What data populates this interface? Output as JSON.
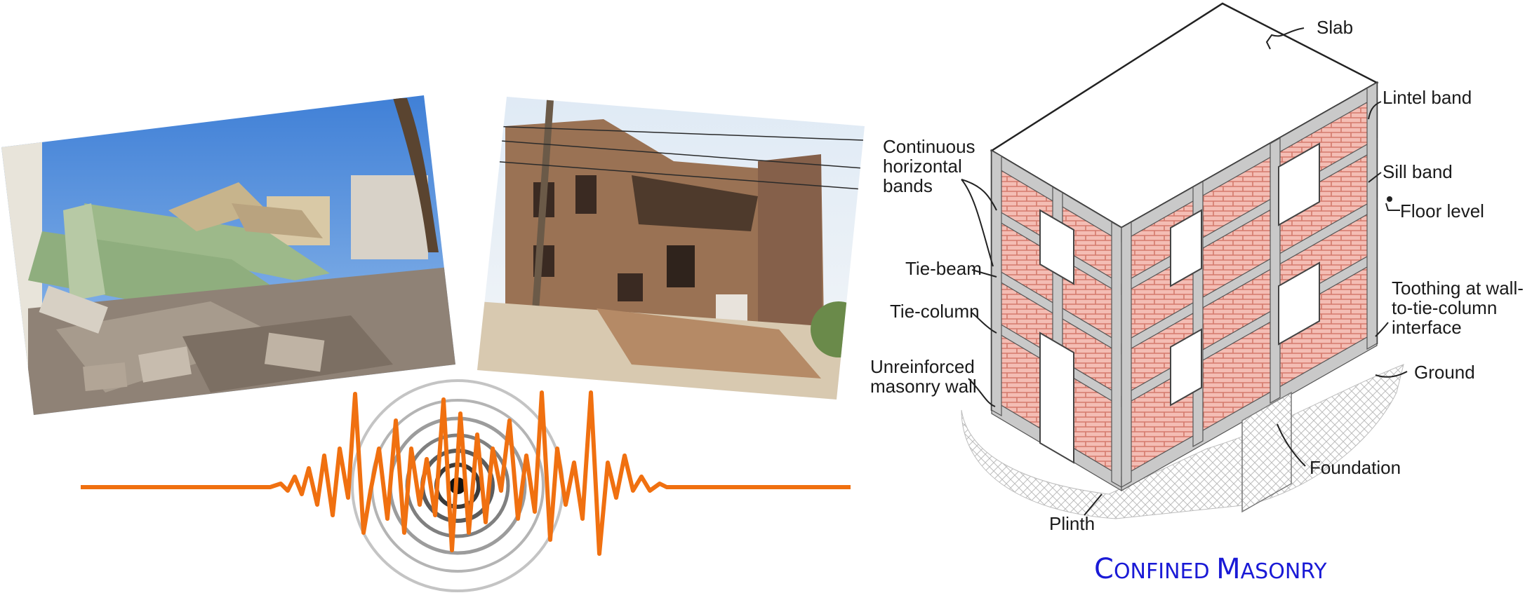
{
  "diagram": {
    "labels": {
      "slab": "Slab",
      "lintel_band": "Lintel band",
      "continuous_bands_1": "Continuous",
      "continuous_bands_2": "horizontal",
      "continuous_bands_3": "bands",
      "sill_band": "Sill band",
      "floor_level": "Floor level",
      "tie_beam": "Tie-beam",
      "toothing_1": "Toothing at wall-",
      "toothing_2": "to-tie-column",
      "toothing_3": "interface",
      "tie_column": "Tie-column",
      "unreinforced_1": "Unreinforced",
      "unreinforced_2": "masonry wall",
      "ground": "Ground",
      "foundation": "Foundation",
      "plinth": "Plinth"
    },
    "caption_initial_1": "C",
    "caption_rest_1": "ONFINED",
    "caption_initial_2": "M",
    "caption_rest_2": "ASONRY"
  },
  "colors": {
    "brick": "#f2b8b0",
    "brick_line": "#d06a5a",
    "band": "#c8c8c8",
    "wave": "#f07010",
    "caption": "#1a1ad6",
    "sky": "#5a8fd8"
  }
}
